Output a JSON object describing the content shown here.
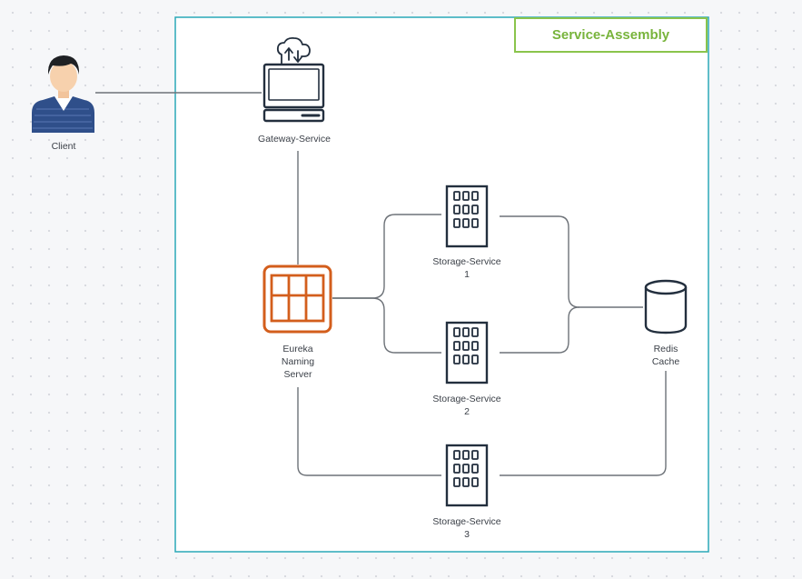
{
  "group": {
    "title": "Service-Assembly"
  },
  "nodes": {
    "client": "Client",
    "gateway": "Gateway-Service",
    "eureka": "Eureka\nNaming\nServer",
    "storage1": "Storage-Service\n1",
    "storage2": "Storage-Service\n2",
    "storage3": "Storage-Service\n3",
    "redis": "Redis\nCache"
  },
  "colors": {
    "group_border": "#2aa8b8",
    "title_accent": "#78b43c",
    "eureka_orange": "#d35e1c",
    "icon_dark": "#232f3e",
    "connector": "#6d7278"
  }
}
